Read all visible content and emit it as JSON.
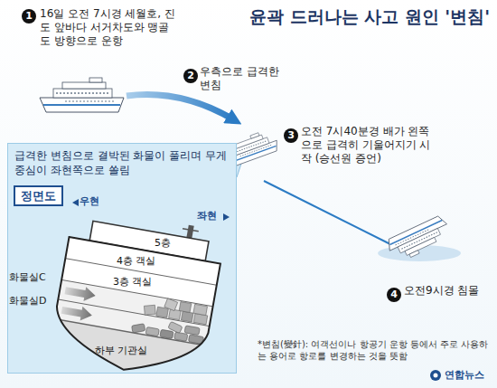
{
  "diagram": {
    "title": "윤곽 드러나는 사고 원인 '변침'",
    "nodes": [
      {
        "text": [
          "급격한 변침으로 결박된 화물이 풀리며 무게중심이 좌현쪽으로 쏠림"
        ]
      },
      {
        "text": [
          "정면도"
        ],
        "in": 0
      },
      {
        "text": [
          "5층",
          "4층 객실",
          "3층 객실",
          "하부 기관실"
        ],
        "in": 0
      }
    ],
    "labels": [
      "1",
      "16일 오전 7시경 세월호, 진도 앞바다 서거차도와 맹골도 방향으로 운항",
      "2",
      "우측으로 급격한 변침",
      "3",
      "오전 7시40분경 배가 왼쪽으로 급격히 기울어지기 시작 (승선원 증언)",
      "4",
      "오전9시경 침몰",
      "우현",
      "좌현",
      "화물실C",
      "화물실D",
      "*변침(變針): 여객선이나 항공기 운항 등에서 주로 사용하는 용어로 항로를 변경하는 것을 뜻함",
      "연합뉴스"
    ]
  }
}
